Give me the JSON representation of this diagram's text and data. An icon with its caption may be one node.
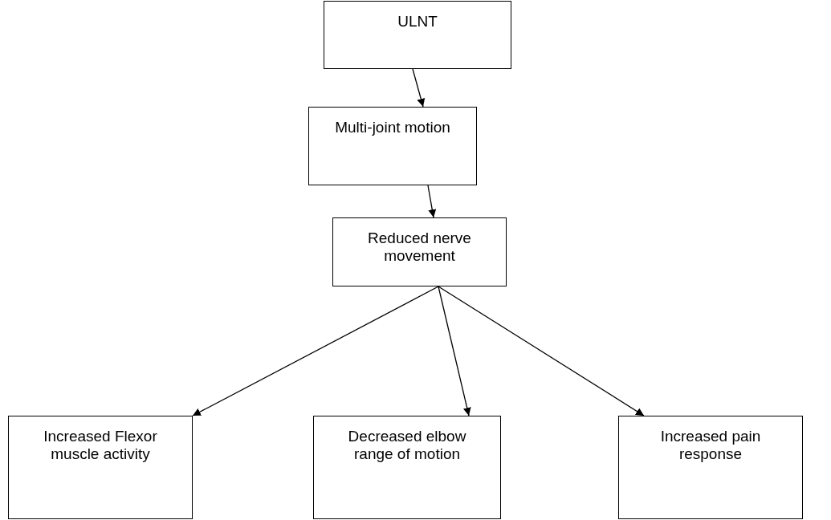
{
  "diagram": {
    "nodes": [
      {
        "text": [
          "ULNT"
        ]
      },
      {
        "text": [
          "Multi-joint motion"
        ]
      },
      {
        "text": [
          "Reduced nerve movement"
        ]
      },
      {
        "text": [
          "Increased Flexor muscle activity"
        ]
      },
      {
        "text": [
          "Decreased elbow range of motion"
        ]
      },
      {
        "text": [
          "Increased pain response"
        ]
      }
    ],
    "edges": [
      {
        "from": 0,
        "to": 1,
        "arrow": "to"
      },
      {
        "from": 1,
        "to": 2,
        "arrow": "to"
      },
      {
        "from": 2,
        "to": 3,
        "arrow": "to"
      },
      {
        "from": 2,
        "to": 4,
        "arrow": "to"
      },
      {
        "from": 2,
        "to": 5,
        "arrow": "to"
      }
    ]
  }
}
